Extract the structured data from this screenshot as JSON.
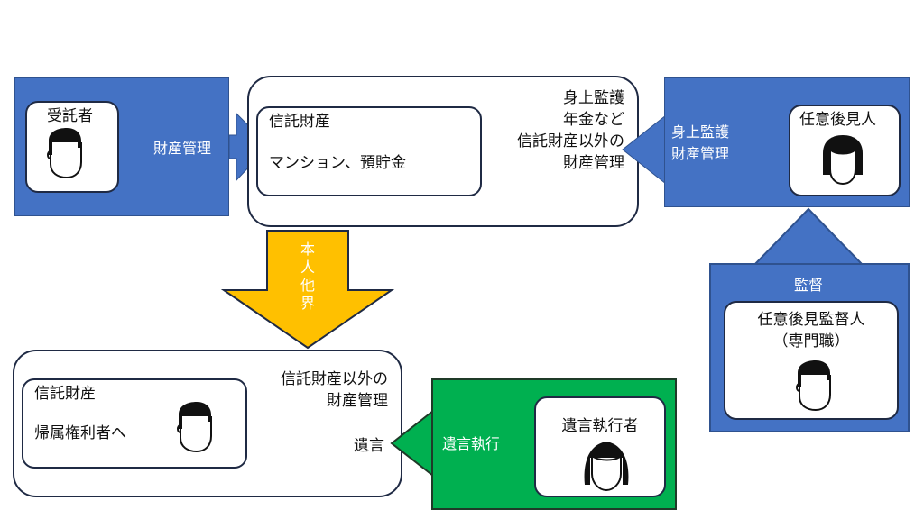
{
  "trustee": {
    "title": "受託者",
    "arrow_label": "財産管理"
  },
  "trust_box": {
    "inner_title": "信託財産",
    "inner_item": "マンション、預貯金",
    "side_lines": [
      "身上監護",
      "年金など",
      "信託財産以外の",
      "財産管理"
    ]
  },
  "guardian": {
    "arrow_lines": [
      "身上監護",
      "財産管理"
    ],
    "title": "任意後見人"
  },
  "supervisor": {
    "arrow_label": "監督",
    "title_line1": "任意後見監督人",
    "title_line2": "（専門職）"
  },
  "death_arrow": {
    "chars": [
      "本",
      "人",
      "他",
      "界"
    ]
  },
  "after_box": {
    "inner_title": "信託財産",
    "inner_item": "帰属権利者へ",
    "side_lines": [
      "信託財産以外の",
      "財産管理"
    ],
    "will_label": "遺言"
  },
  "executor": {
    "arrow_label": "遺言執行",
    "title": "遺言執行者"
  },
  "colors": {
    "blue": "#4472c4",
    "green": "#00b050",
    "yellow": "#ffc000",
    "border": "#1f2a44"
  }
}
